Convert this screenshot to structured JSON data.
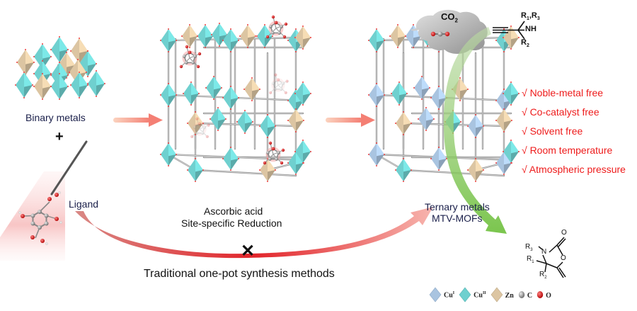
{
  "labels": {
    "binary_metals": "Binary metals",
    "plus": "+",
    "ligand": "Ligand",
    "ascorbic_acid": "Ascorbic  acid",
    "site_specific_reduction": "Site-specific Reduction",
    "ternary_metals": "Ternary metals",
    "mtv_mofs": "MTV-MOFs",
    "cross": "✕",
    "traditional": "Traditional one-pot synthesis methods",
    "co2": "CO",
    "co2_sub": "2"
  },
  "reagent": {
    "r1": "R",
    "r1_sub": "1",
    "r3": "R",
    "r3_sub": "3",
    "nh": "NH",
    "r2": "R",
    "r2_sub": "2"
  },
  "product": {
    "o_carbonyl": "O",
    "o_ring": "O",
    "n": "N",
    "r3": "R",
    "r3_sub": "3",
    "r1": "R",
    "r1_sub": "1",
    "r2": "R",
    "r2_sub": "2"
  },
  "benefits": [
    "√  Noble-metal free",
    "√  Co-catalyst free",
    "√  Solvent free",
    "√  Room temperature",
    "√  Atmospheric pressure"
  ],
  "legend": [
    {
      "label": "Cu",
      "sup": "I",
      "kind": "octahedron",
      "color": "#a9c4e0"
    },
    {
      "label": "Cu",
      "sup": "II",
      "kind": "octahedron",
      "color": "#6fd0cf"
    },
    {
      "label": "Zn",
      "sup": "",
      "kind": "octahedron",
      "color": "#dcc5a2"
    },
    {
      "label": "C",
      "sup": "",
      "kind": "sphere",
      "color": "#8a8a8a"
    },
    {
      "label": "O",
      "sup": "",
      "kind": "sphere",
      "color": "#e10f0f"
    }
  ],
  "colors": {
    "cu1": "#a9c4e0",
    "cu2": "#6fd0cf",
    "zn": "#dcc5a2",
    "rod": "#a8a8a8",
    "arrow_salmon": "#f7a08a",
    "arc_red": "#e8383c",
    "green_arrow": "#7cc242",
    "benefit_red": "#ee1b1b",
    "text_navy": "#1a1f4a"
  }
}
